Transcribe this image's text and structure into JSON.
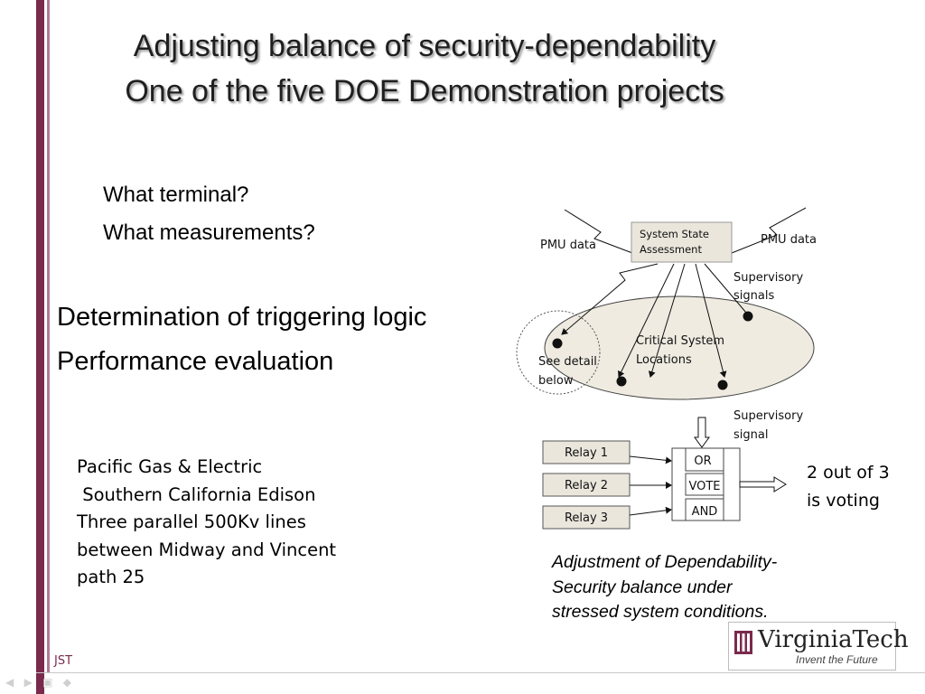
{
  "title": {
    "line1": "Adjusting balance of security-dependability",
    "line2": "One of the five DOE Demonstration projects"
  },
  "questions": [
    "What terminal?",
    "What measurements?"
  ],
  "topics": [
    "Determination of triggering logic",
    "Performance evaluation"
  ],
  "project_details": [
    "Pacific Gas & Electric",
    " Southern California Edison",
    "Three parallel 500Kv lines",
    "between Midway and Vincent",
    "path 25"
  ],
  "diagram": {
    "assessment_line1": "System State",
    "assessment_line2": "Assessment",
    "pmu_left": "PMU data",
    "pmu_right": "PMU data",
    "supervisory_signals_1": "Supervisory",
    "supervisory_signals_2": "signals",
    "critical_1": "Critical System",
    "critical_2": "Locations",
    "see_detail_1": "See detail",
    "see_detail_2": "below",
    "supervisory_signal_1": "Supervisory",
    "supervisory_signal_2": "signal",
    "relays": [
      "Relay 1",
      "Relay 2",
      "Relay 3"
    ],
    "logic": [
      "OR",
      "VOTE",
      "AND"
    ]
  },
  "voting_note": [
    "2 out of 3",
    "is voting"
  ],
  "caption": [
    "Adjustment of Dependability-",
    "Security balance under",
    "stressed system conditions."
  ],
  "footer": {
    "initials": "JST",
    "logo_name": "VirginiaTech",
    "logo_tagline": "Invent the Future"
  },
  "colors": {
    "accent": "#7a2a4c",
    "ellipse_fill": "#efebe1",
    "assessment_fill": "#eae6dc"
  }
}
